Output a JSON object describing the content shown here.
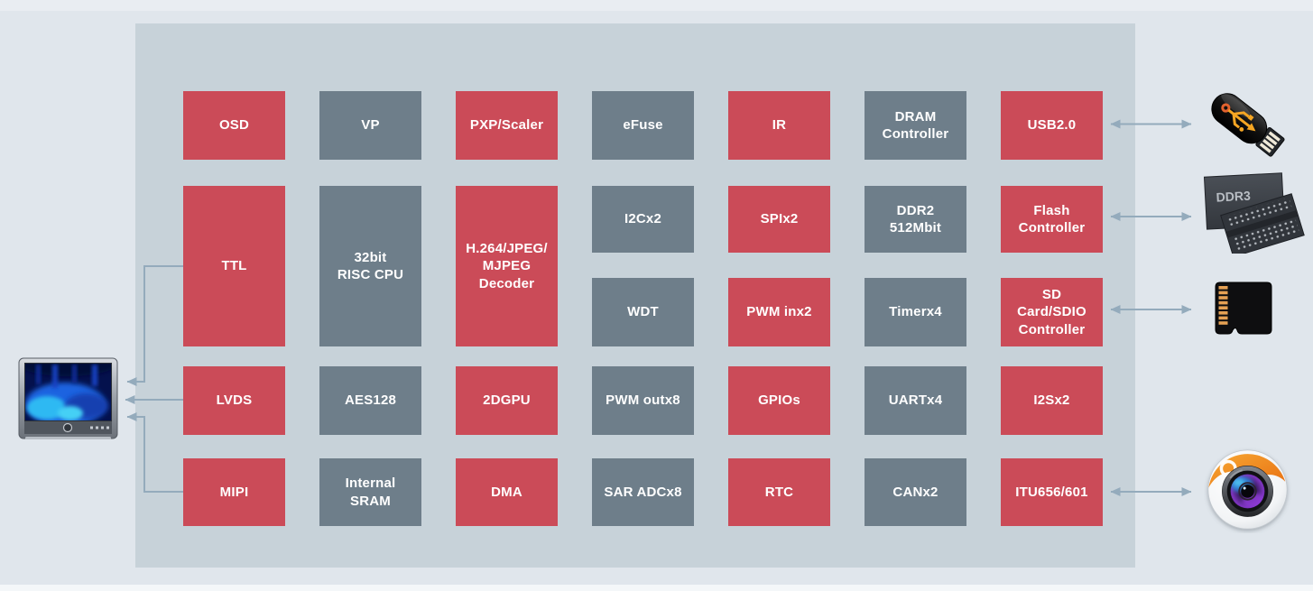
{
  "colors": {
    "page_bg": "#e0e6ec",
    "panel_bg": "#c7d2d9",
    "red_block": "#cb4b58",
    "gray_block": "#6e7e8a",
    "block_text": "#ffffff",
    "arrow": "#94abbc",
    "usb_trident_orange": "#f5a623",
    "camera_orange": "#ef8a1e"
  },
  "blocks": [
    {
      "label": "OSD",
      "color": "red"
    },
    {
      "label": "VP",
      "color": "gray"
    },
    {
      "label": "PXP/Scaler",
      "color": "red"
    },
    {
      "label": "eFuse",
      "color": "gray"
    },
    {
      "label": "IR",
      "color": "red"
    },
    {
      "label": "DRAM\nController",
      "color": "gray"
    },
    {
      "label": "USB2.0",
      "color": "red"
    },
    {
      "label": "TTL",
      "color": "red"
    },
    {
      "label": "32bit\nRISC CPU",
      "color": "gray"
    },
    {
      "label": "H.264/JPEG/\nMJPEG\nDecoder",
      "color": "red"
    },
    {
      "label": "I2Cx2",
      "color": "gray"
    },
    {
      "label": "SPIx2",
      "color": "red"
    },
    {
      "label": "DDR2\n512Mbit",
      "color": "gray"
    },
    {
      "label": "Flash\nController",
      "color": "red"
    },
    {
      "label": "WDT",
      "color": "gray"
    },
    {
      "label": "PWM inx2",
      "color": "red"
    },
    {
      "label": "Timerx4",
      "color": "gray"
    },
    {
      "label": "SD\nCard/SDIO\nController",
      "color": "red"
    },
    {
      "label": "LVDS",
      "color": "red"
    },
    {
      "label": "AES128",
      "color": "gray"
    },
    {
      "label": "2DGPU",
      "color": "red"
    },
    {
      "label": "PWM outx8",
      "color": "gray"
    },
    {
      "label": "GPIOs",
      "color": "red"
    },
    {
      "label": "UARTx4",
      "color": "gray"
    },
    {
      "label": "I2Sx2",
      "color": "red"
    },
    {
      "label": "MIPI",
      "color": "red"
    },
    {
      "label": "Internal\nSRAM",
      "color": "gray"
    },
    {
      "label": "DMA",
      "color": "red"
    },
    {
      "label": "SAR ADCx8",
      "color": "gray"
    },
    {
      "label": "RTC",
      "color": "red"
    },
    {
      "label": "CANx2",
      "color": "gray"
    },
    {
      "label": "ITU656/601",
      "color": "red"
    }
  ],
  "icons": {
    "display": "lcd-monitor-icon",
    "usb": "usb-flash-drive-icon",
    "ddr3": "ddr3-memory-chips-icon",
    "ddr3_label": "DDR3",
    "sd": "micro-sd-card-icon",
    "camera": "webcam-icon"
  },
  "connections": [
    {
      "from": "TTL",
      "to": "lcd-monitor",
      "direction": "to-display"
    },
    {
      "from": "LVDS",
      "to": "lcd-monitor",
      "direction": "to-display"
    },
    {
      "from": "MIPI",
      "to": "lcd-monitor",
      "direction": "to-display"
    },
    {
      "from": "USB2.0",
      "to": "usb-flash-drive",
      "direction": "bidirectional"
    },
    {
      "from": "Flash Controller",
      "to": "ddr3-memory",
      "direction": "bidirectional"
    },
    {
      "from": "SD Card/SDIO Controller",
      "to": "micro-sd-card",
      "direction": "bidirectional"
    },
    {
      "from": "ITU656/601",
      "to": "webcam",
      "direction": "bidirectional"
    }
  ]
}
